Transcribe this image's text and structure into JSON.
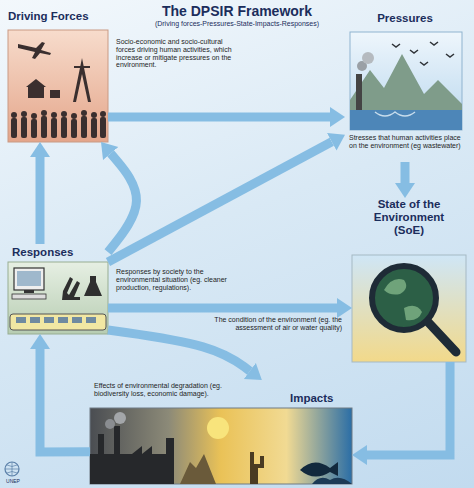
{
  "diagram": {
    "title": "The DPSIR Framework",
    "nodes": [
      {
        "text": [
          "Driving Forces",
          "Socio-economic and socio-cultural forces driving human activities, which increase or mitigate pressures on the environment."
        ]
      },
      {
        "text": [
          "Pressures",
          "Stresses that human activities place on the environment (eg wastewater)"
        ]
      },
      {
        "text": [
          "State of the Environment (SoE)",
          "The condition of the environment (eg. the assessment of air or water quality)"
        ]
      },
      {
        "text": [
          "Responses",
          "Responses by society to the environmental situation (eg. cleaner production, regulations)."
        ]
      },
      {
        "text": [
          "Impacts",
          "Effects of environmental degradation (eg. biodiversity loss, economic damage)."
        ]
      }
    ],
    "edges": [
      {
        "from": 0,
        "to": 1,
        "arrow": "to"
      },
      {
        "from": 1,
        "to": 2,
        "arrow": "to"
      },
      {
        "from": 2,
        "to": 4,
        "arrow": "to"
      },
      {
        "from": 4,
        "to": 3,
        "arrow": "to"
      },
      {
        "from": 3,
        "to": 0,
        "arrow": "to"
      },
      {
        "from": 3,
        "to": 0,
        "arrow": "to"
      },
      {
        "from": 3,
        "to": 1,
        "arrow": "to"
      },
      {
        "from": 3,
        "to": 2,
        "arrow": "to"
      },
      {
        "from": 3,
        "to": 4,
        "arrow": "to"
      }
    ],
    "labels": [
      "(Driving forces-Pressures-State-Impacts-Responses)",
      "UNEP"
    ]
  }
}
